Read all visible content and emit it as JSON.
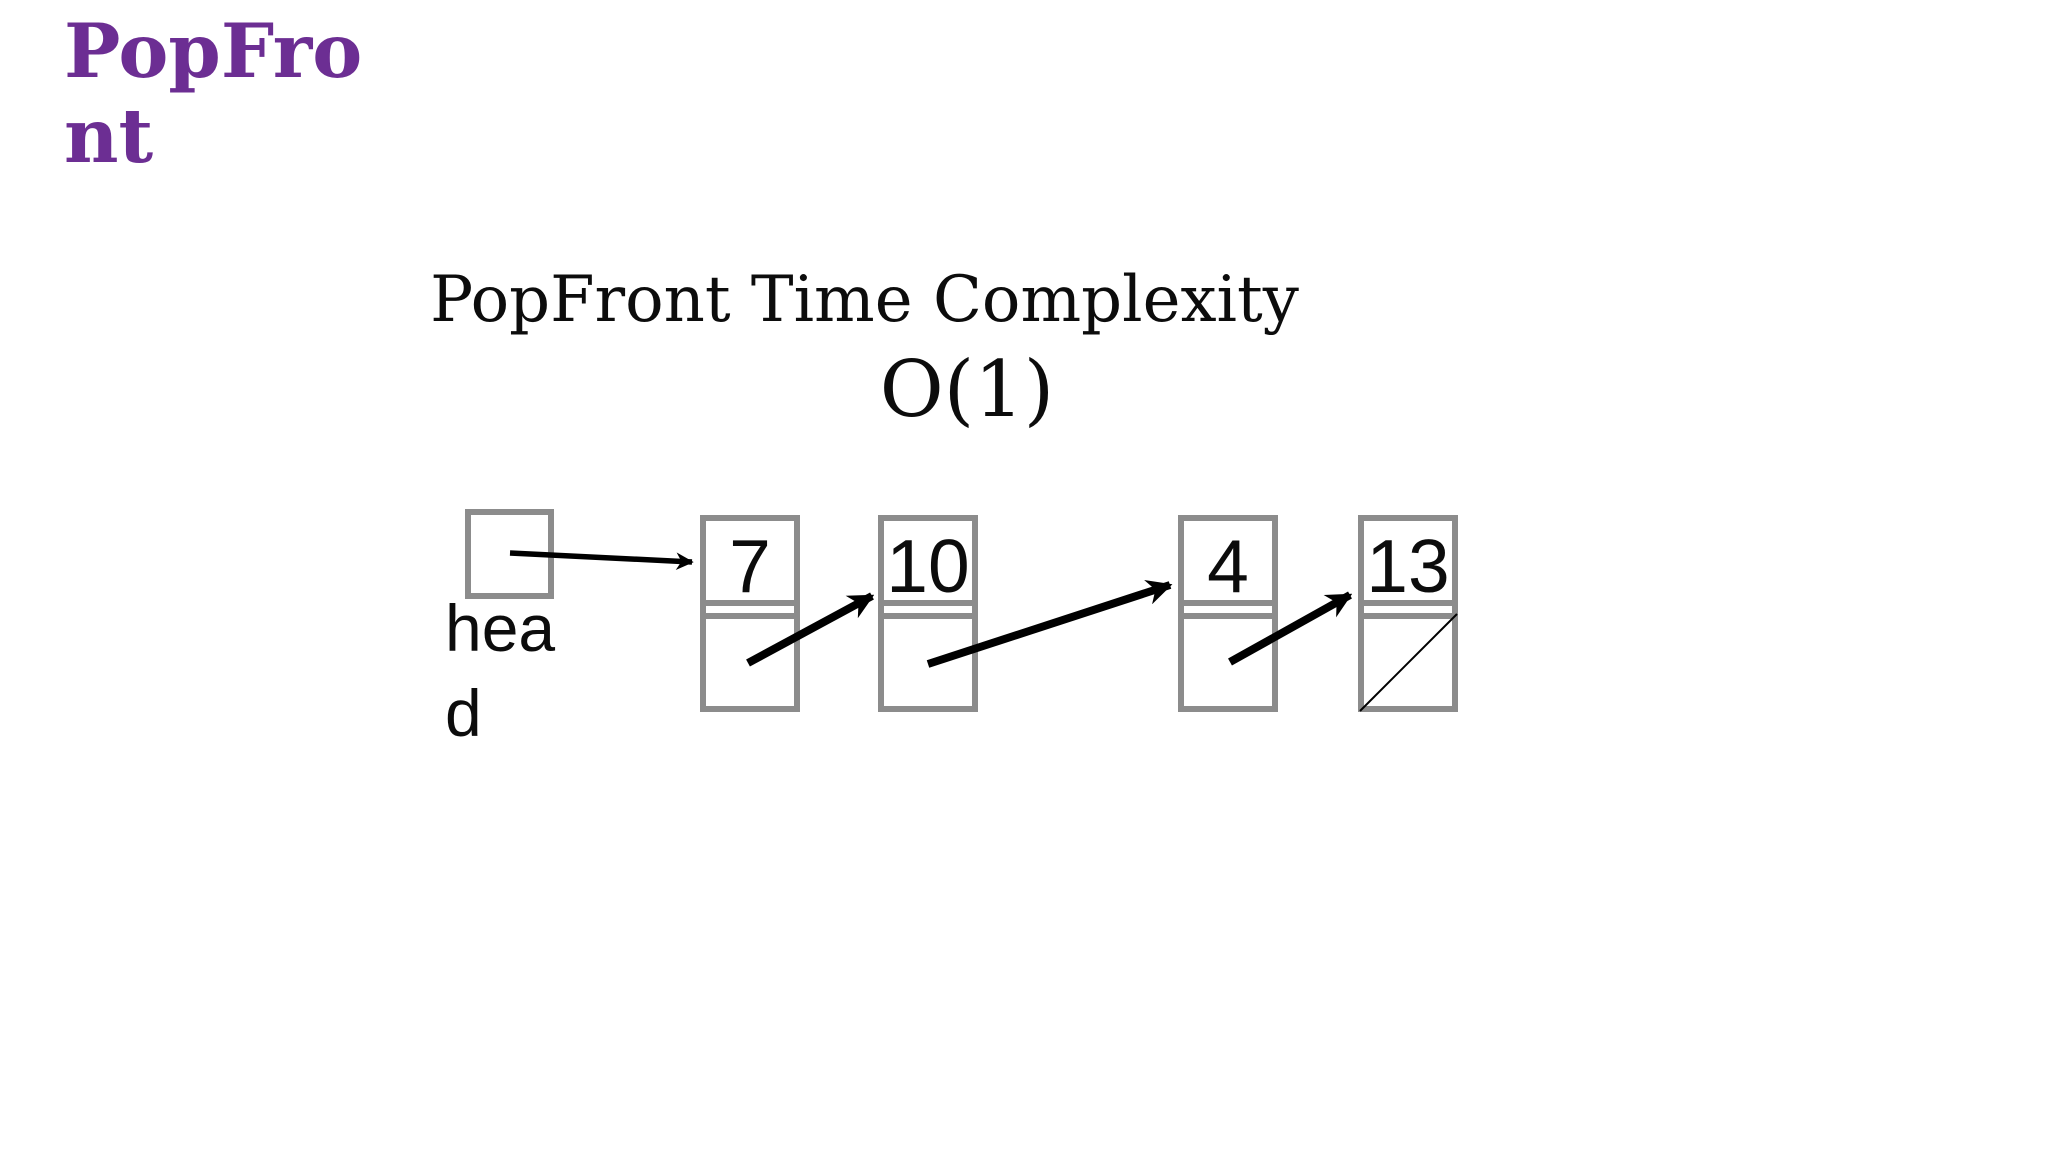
{
  "heading": {
    "text": "PopFront"
  },
  "title": {
    "line1": "PopFront Time Complexity",
    "line2": "O(1)"
  },
  "diagram": {
    "head_label": "head",
    "nodes": [
      {
        "value": "7"
      },
      {
        "value": "10"
      },
      {
        "value": "4"
      },
      {
        "value": "13"
      }
    ],
    "links": [
      {
        "from": "head",
        "to": "7"
      },
      {
        "from": "7",
        "to": "10"
      },
      {
        "from": "10",
        "to": "4"
      },
      {
        "from": "4",
        "to": "13"
      },
      {
        "from": "13",
        "to": "null"
      }
    ],
    "null_marker_icon": "diagonal-slash-icon"
  },
  "colors": {
    "heading_purple": "#6C2E93",
    "box_border_gray": "#8C8C8C",
    "arrow_black": "#000000",
    "background": "#FFFFFF"
  }
}
